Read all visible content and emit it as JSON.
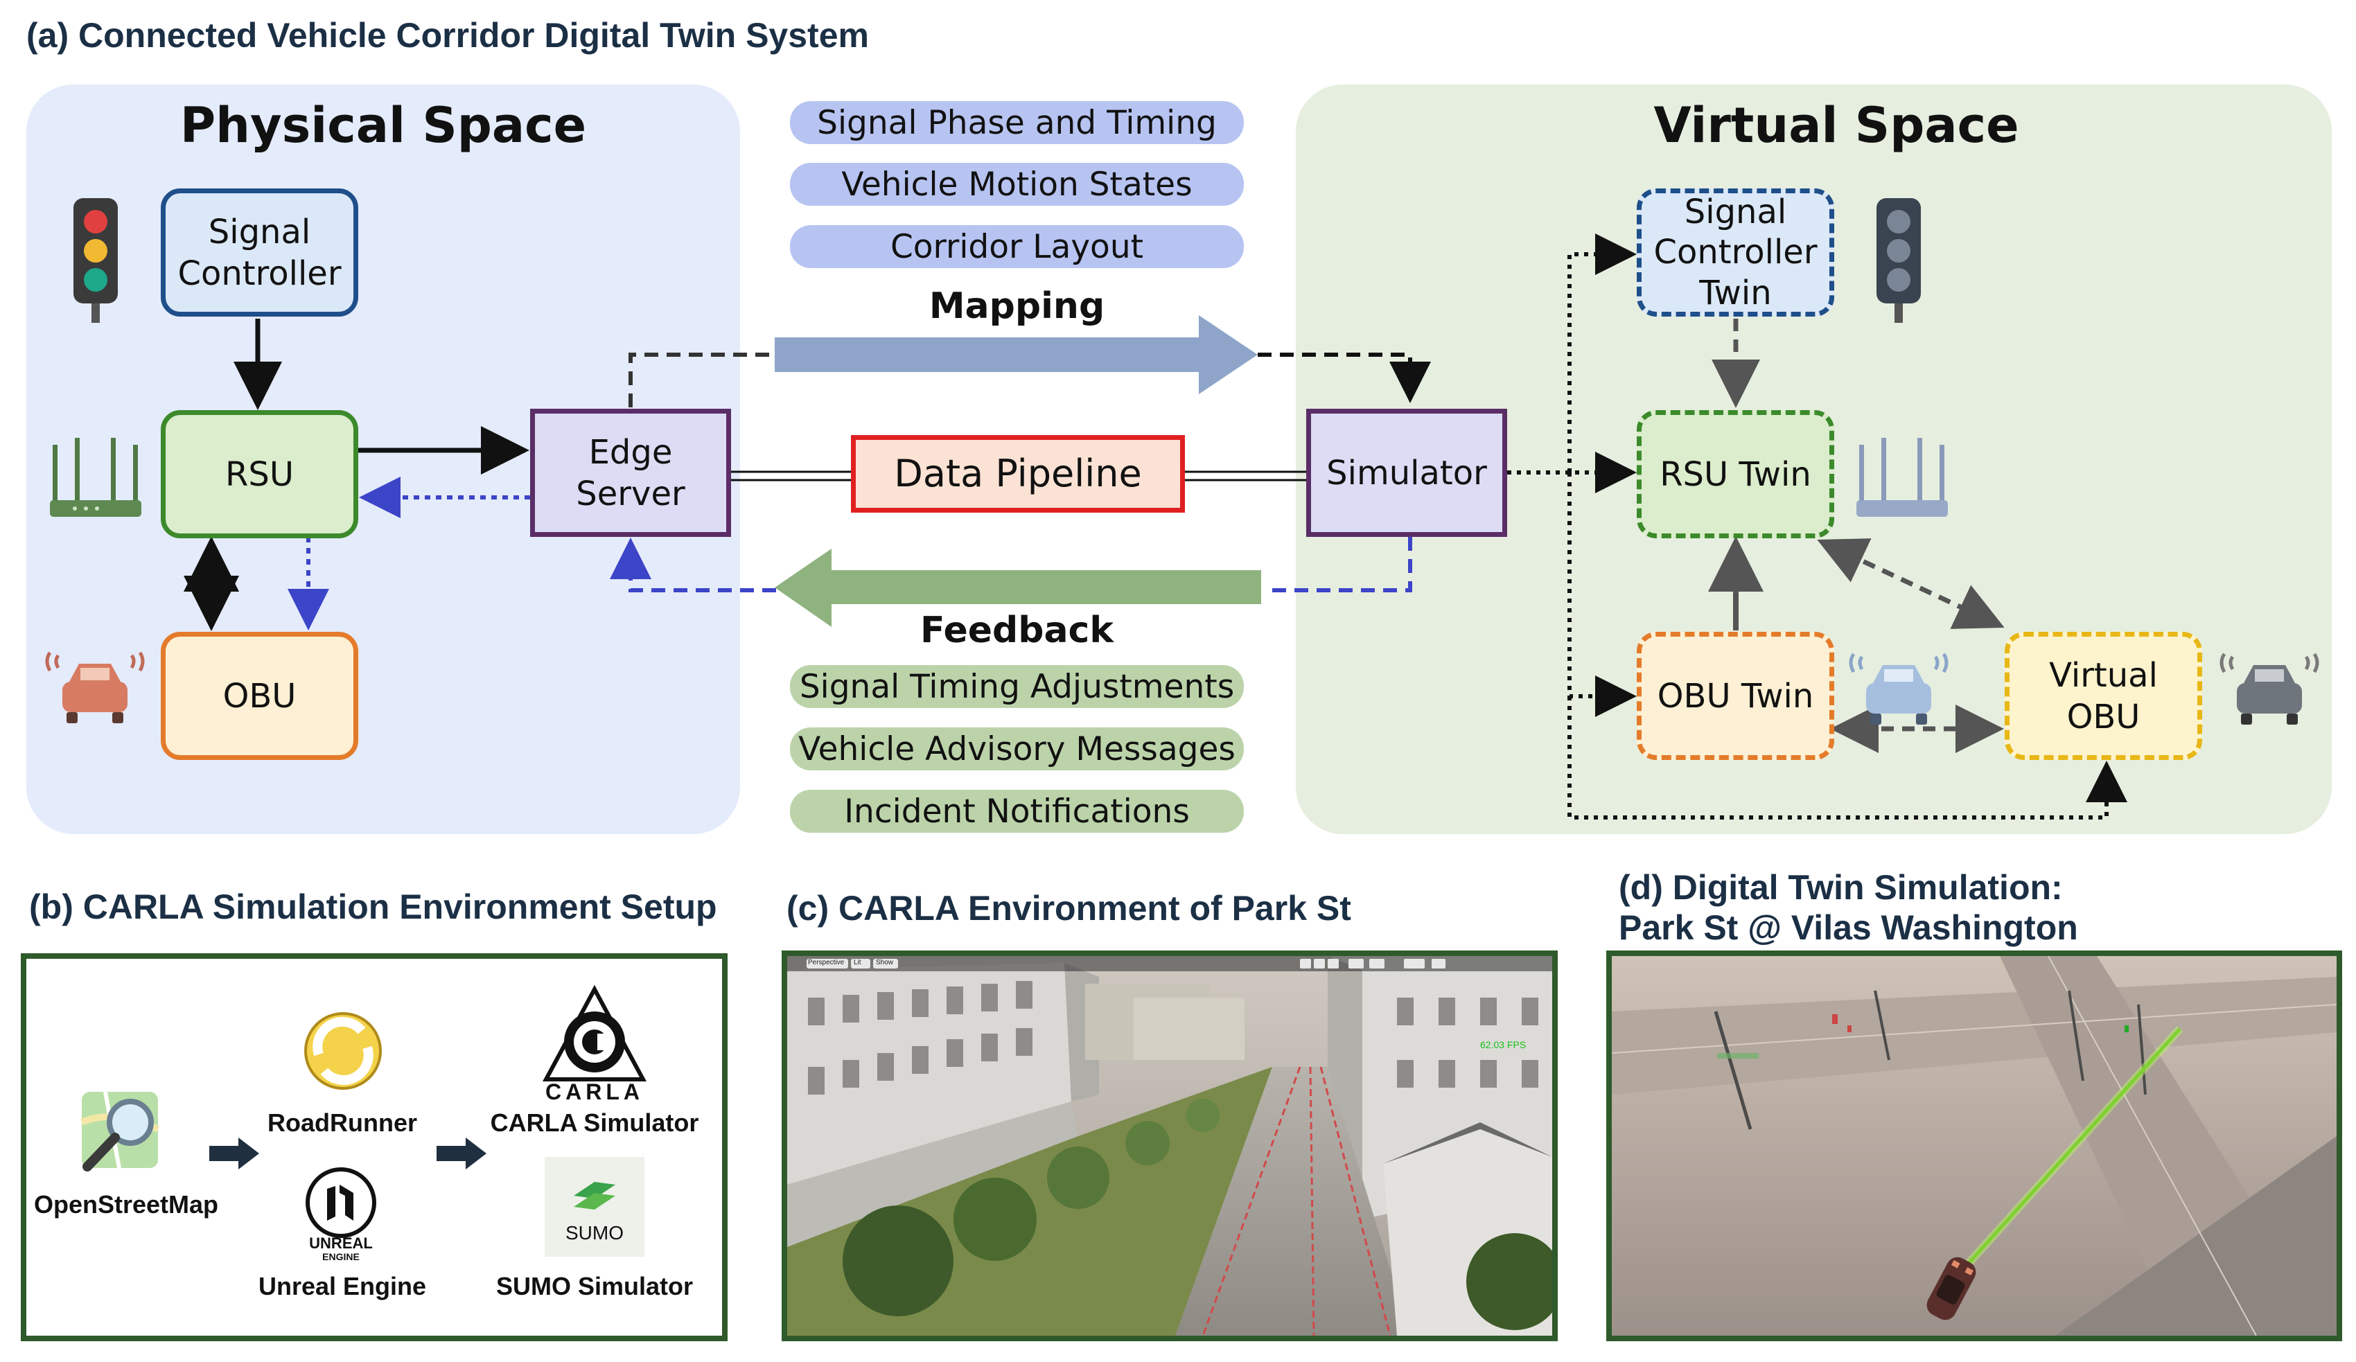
{
  "panel_a": {
    "title": "(a) Connected Vehicle Corridor Digital Twin System",
    "physical_space": {
      "title": "Physical Space",
      "signal_controller": "Signal Controller",
      "rsu": "RSU",
      "obu": "OBU"
    },
    "edge_server": "Edge Server",
    "data_pipeline": "Data Pipeline",
    "simulator": "Simulator",
    "mapping": {
      "label": "Mapping",
      "items": [
        "Signal Phase and Timing",
        "Vehicle Motion States",
        "Corridor Layout"
      ]
    },
    "feedback": {
      "label": "Feedback",
      "items": [
        "Signal Timing Adjustments",
        "Vehicle Advisory Messages",
        "Incident Notifications"
      ]
    },
    "virtual_space": {
      "title": "Virtual Space",
      "signal_controller_twin": "Signal Controller Twin",
      "rsu_twin": "RSU Twin",
      "obu_twin": "OBU Twin",
      "virtual_obu": "Virtual OBU"
    }
  },
  "panel_b": {
    "title": "(b) CARLA Simulation Environment Setup",
    "openstreetmap": "OpenStreetMap",
    "roadrunner": "RoadRunner",
    "unreal_engine": "Unreal Engine",
    "unreal_logo_text": "UNREAL",
    "unreal_logo_sub": "ENGINE",
    "carla_simulator": "CARLA Simulator",
    "carla_logo_text": "CARLA",
    "sumo_simulator": "SUMO Simulator",
    "sumo_logo_text": "SUMO"
  },
  "panel_c": {
    "title": "(c) CARLA Environment of Park St",
    "toolbar": [
      "Perspective",
      "Lit",
      "Show"
    ],
    "fps_readout": "62.03 FPS"
  },
  "panel_d": {
    "title_line1": "(d) Digital Twin Simulation:",
    "title_line2": "Park St @ Vilas Washington"
  },
  "colors": {
    "physical_bg": "#e4ebfb",
    "virtual_bg": "#e6eedf",
    "mapping_arrow": "#8ea5c9",
    "feedback_arrow": "#8fb37f",
    "data_pipeline_border": "#e02020",
    "server_border": "#5a2d66"
  }
}
